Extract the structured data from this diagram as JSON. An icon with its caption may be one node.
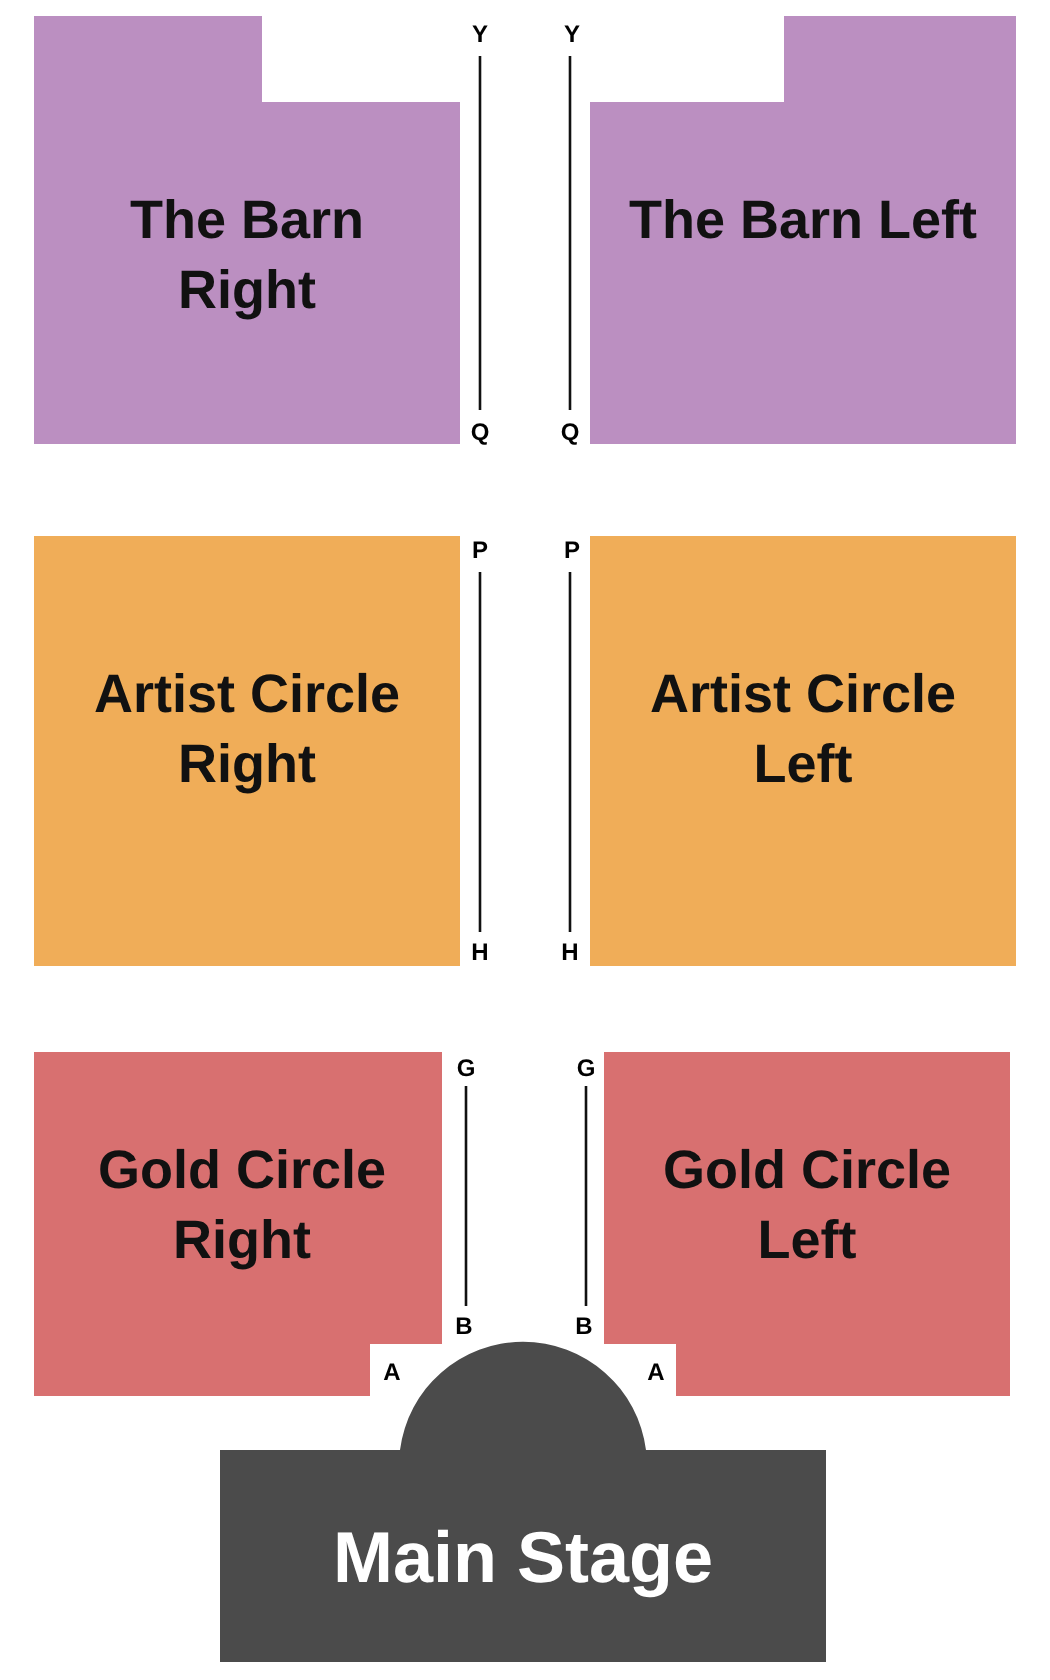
{
  "diagram": {
    "nodes": [
      {
        "text": [
          "The Barn Right"
        ]
      },
      {
        "text": [
          "The Barn Left"
        ]
      },
      {
        "text": [
          "Artist Circle Right"
        ]
      },
      {
        "text": [
          "Artist Circle Left"
        ]
      },
      {
        "text": [
          "Gold Circle Right"
        ]
      },
      {
        "text": [
          "Gold Circle Left"
        ]
      },
      {
        "text": [
          "Main Stage"
        ]
      }
    ],
    "edges": [],
    "labels": [
      "Y",
      "Y",
      "Q",
      "Q",
      "P",
      "P",
      "H",
      "H",
      "G",
      "G",
      "B",
      "B",
      "A",
      "A"
    ]
  }
}
